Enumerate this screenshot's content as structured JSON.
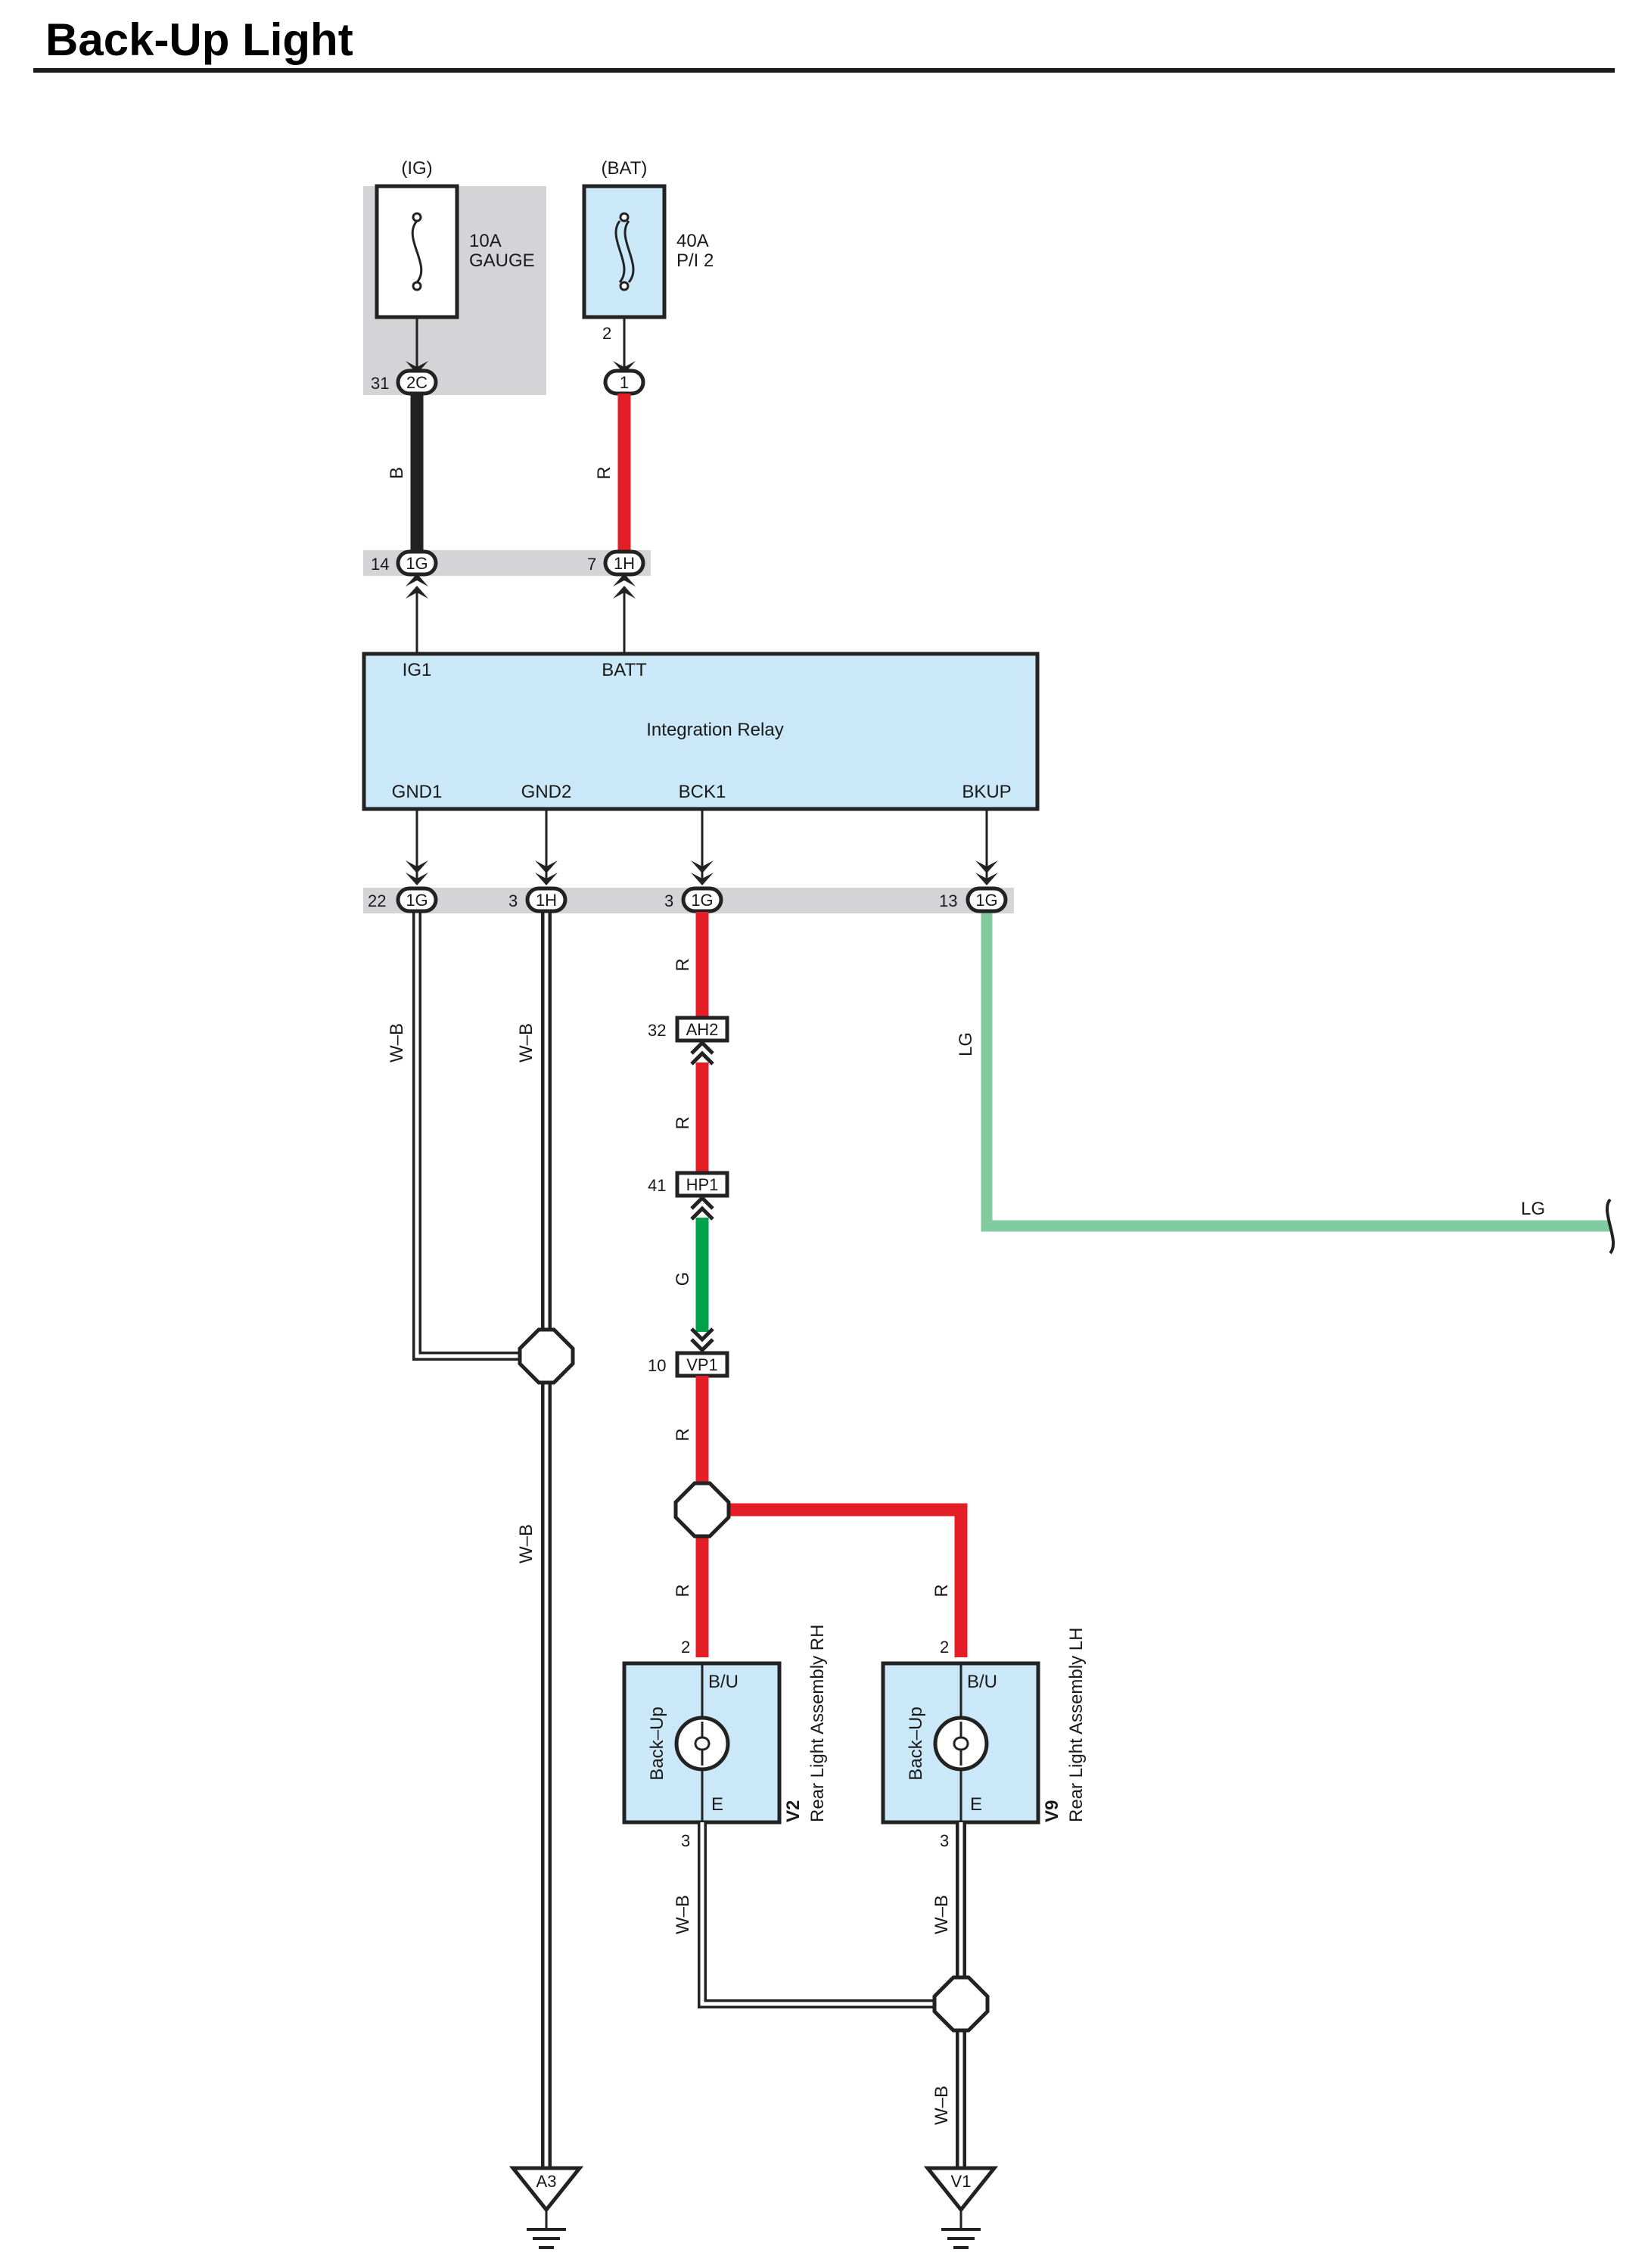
{
  "title": "Back-Up Light",
  "colors": {
    "red": "#e41e26",
    "green": "#00a14b",
    "light_green": "#82cba0",
    "black": "#222222",
    "component_fill": "#cae8f8",
    "shade": "#d4d4d6"
  },
  "fuses": {
    "ig": {
      "source": "(IG)",
      "rating": "10A",
      "name": "GAUGE",
      "connector": "2C",
      "pin": "31"
    },
    "bat": {
      "source": "(BAT)",
      "rating": "40A",
      "name": "P/I 2",
      "connector": "1",
      "pin": "2"
    }
  },
  "relay": {
    "name": "Integration Relay",
    "terminals": {
      "ig1": "IG1",
      "batt": "BATT",
      "gnd1": "GND1",
      "gnd2": "GND2",
      "bck1": "BCK1",
      "bkup": "BKUP"
    },
    "top_connectors": [
      {
        "pin": "14",
        "conn": "1G"
      },
      {
        "pin": "7",
        "conn": "1H"
      }
    ],
    "bottom_connectors": [
      {
        "pin": "22",
        "conn": "1G"
      },
      {
        "pin": "3",
        "conn": "1H"
      },
      {
        "pin": "3",
        "conn": "1G"
      },
      {
        "pin": "13",
        "conn": "1G"
      }
    ]
  },
  "wires": {
    "b": "B",
    "r": "R",
    "wb": "W–B",
    "g": "G",
    "lg": "LG"
  },
  "inline_connectors": [
    {
      "pin": "32",
      "conn": "AH2"
    },
    {
      "pin": "41",
      "conn": "HP1"
    },
    {
      "pin": "10",
      "conn": "VP1"
    }
  ],
  "lights": [
    {
      "code": "V2",
      "name": "Rear Light Assembly RH",
      "bulb": "Back–Up",
      "term_bu": "B/U",
      "term_e": "E",
      "pin_in": "2",
      "pin_out": "3"
    },
    {
      "code": "V9",
      "name": "Rear Light Assembly LH",
      "bulb": "Back–Up",
      "term_bu": "B/U",
      "term_e": "E",
      "pin_in": "2",
      "pin_out": "3"
    }
  ],
  "grounds": [
    "A3",
    "V1"
  ]
}
